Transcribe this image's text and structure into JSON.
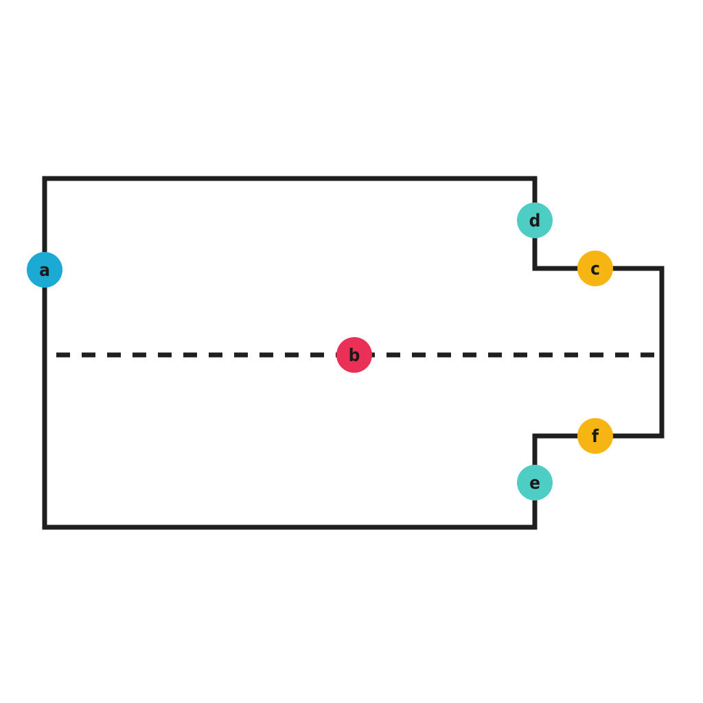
{
  "diagram": {
    "outline_color": "#1f1f1f",
    "markers": [
      {
        "id": "a",
        "label": "a",
        "color": "#1aaad4"
      },
      {
        "id": "b",
        "label": "b",
        "color": "#ea3057"
      },
      {
        "id": "c",
        "label": "c",
        "color": "#f7b514"
      },
      {
        "id": "d",
        "label": "d",
        "color": "#4ecdc4"
      },
      {
        "id": "e",
        "label": "e",
        "color": "#4ecdc4"
      },
      {
        "id": "f",
        "label": "f",
        "color": "#f7b514"
      }
    ]
  }
}
